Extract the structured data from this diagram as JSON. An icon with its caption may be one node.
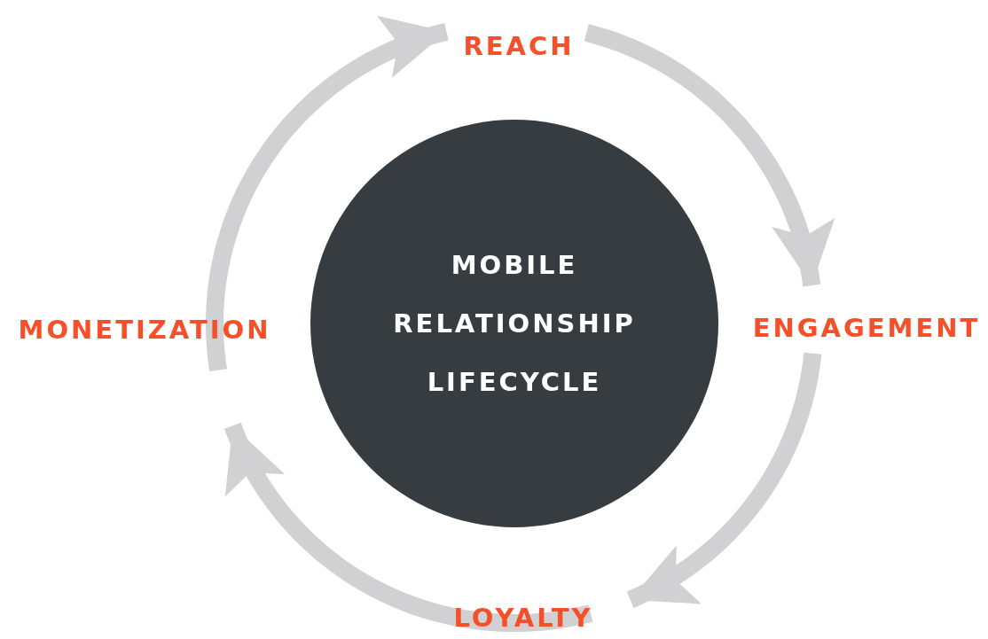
{
  "diagram": {
    "nodes": [
      {
        "text": [
          "MOBILE RELATIONSHIP LIFECYCLE"
        ]
      },
      {
        "text": [
          "REACH"
        ]
      },
      {
        "text": [
          "ENGAGEMENT"
        ]
      },
      {
        "text": [
          "LOYALTY"
        ]
      },
      {
        "text": [
          "MONETIZATION"
        ]
      }
    ],
    "edges": [
      {
        "from": 4,
        "to": 1,
        "arrow": "to"
      },
      {
        "from": 1,
        "to": 2,
        "arrow": "to"
      },
      {
        "from": 2,
        "to": 3,
        "arrow": "to"
      },
      {
        "from": 3,
        "to": 4,
        "arrow": "to"
      }
    ]
  }
}
